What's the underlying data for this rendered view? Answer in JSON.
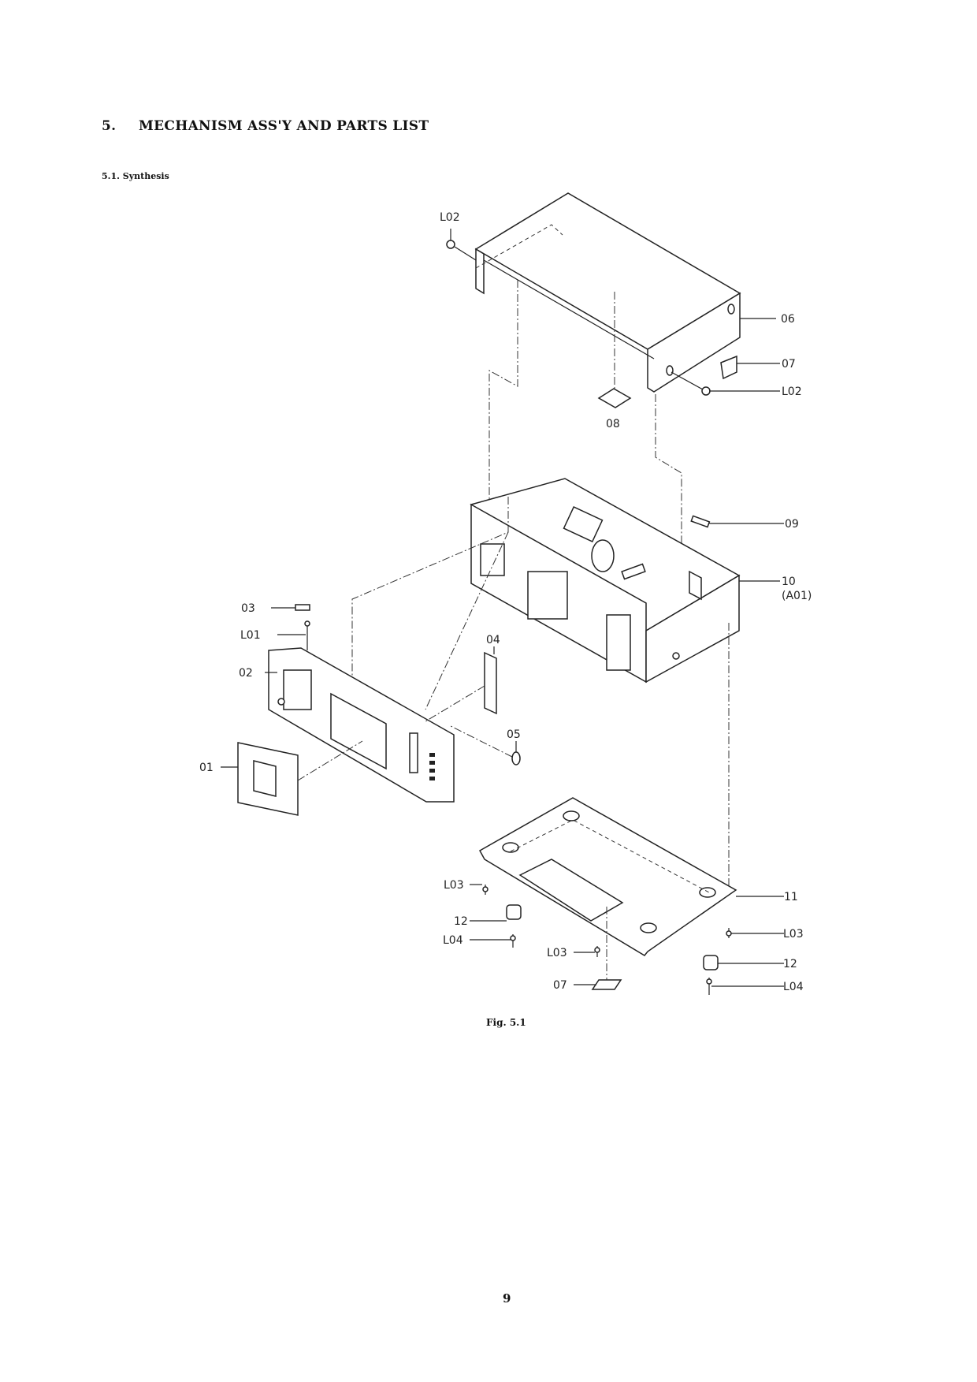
{
  "section": {
    "number": "5.",
    "title": "MECHANISM ASS'Y AND PARTS LIST"
  },
  "subsection": "5.1. Synthesis",
  "figure": {
    "caption": "Fig. 5.1",
    "labels": {
      "l02_top": "L02",
      "p06": "06",
      "p07_top": "07",
      "l02_right": "L02",
      "p08": "08",
      "p09": "09",
      "p10": "10",
      "p10_sub": "(A01)",
      "p03": "03",
      "l01": "L01",
      "p02": "02",
      "p04": "04",
      "p05": "05",
      "p01": "01",
      "l03_left": "L03",
      "p11": "11",
      "p12_left": "12",
      "l03_right": "L03",
      "l04_left": "L04",
      "l03_mid": "L03",
      "p12_right": "12",
      "p07_bottom": "07",
      "l04_right": "L04"
    }
  },
  "page_number": "9"
}
